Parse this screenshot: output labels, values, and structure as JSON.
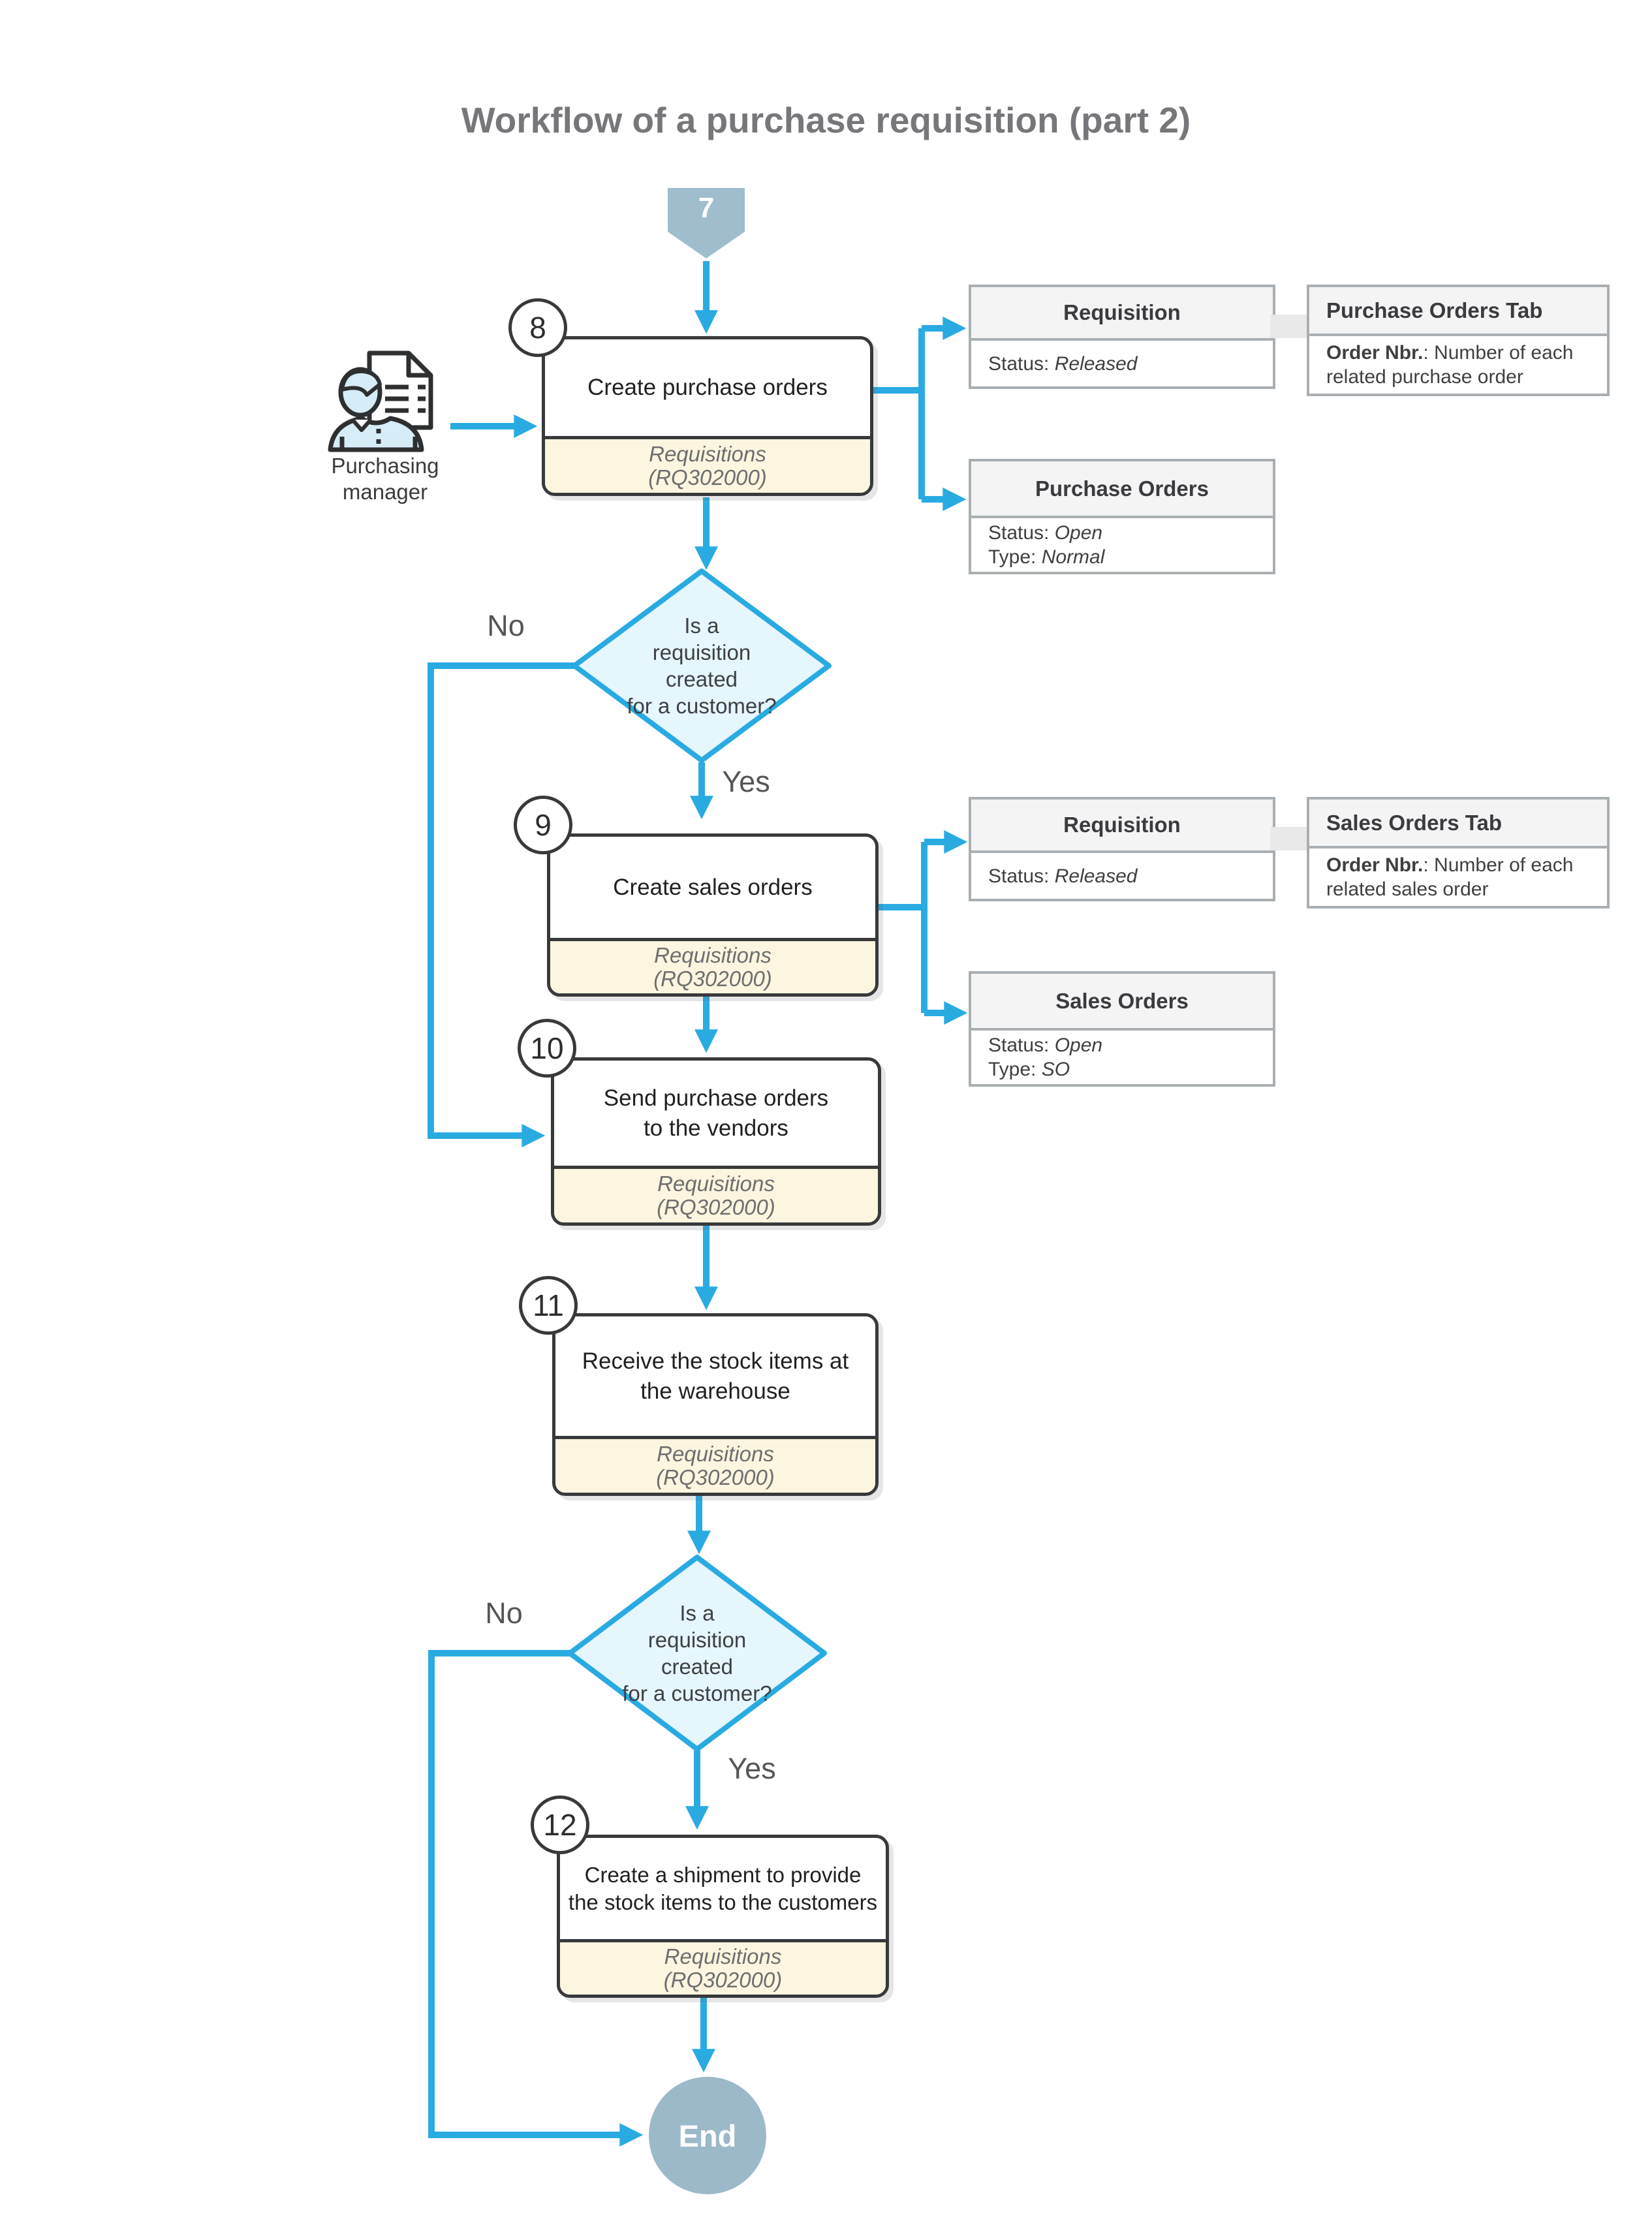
{
  "title": "Workflow of a purchase requisition (part 2)",
  "colors": {
    "arrow": "#29abe2",
    "diamond_fill": "#e5f6fd",
    "screen_footer_bg": "#fcf5df",
    "shape_border": "#38393b",
    "info_border": "#a9afb3",
    "info_header_bg": "#f4f4f5",
    "connector_gray": "#e9e9ea",
    "offpage_marker": "#9fbdcc",
    "end_node": "#9cb9c9",
    "title_text": "#76777a"
  },
  "start_connector": {
    "icon": "off-page-connector-icon",
    "label": "7"
  },
  "actor": {
    "icon": "purchasing-manager-icon",
    "label": "Purchasing\nmanager"
  },
  "steps": [
    {
      "number": "8",
      "label": "Create purchase orders",
      "screen": "Requisitions\n(RQ302000)"
    },
    {
      "number": "9",
      "label": "Create sales orders",
      "screen": "Requisitions\n(RQ302000)"
    },
    {
      "number": "10",
      "label": "Send purchase orders\nto the vendors",
      "screen": "Requisitions\n(RQ302000)"
    },
    {
      "number": "11",
      "label": "Receive the stock items at\nthe warehouse",
      "screen": "Requisitions\n(RQ302000)"
    },
    {
      "number": "12",
      "label": "Create a shipment to provide\nthe stock items to the customers",
      "screen": "Requisitions\n(RQ302000)"
    }
  ],
  "decisions": [
    {
      "question": "Is a\nrequisition\ncreated\nfor a customer?",
      "no_label": "No",
      "yes_label": "Yes"
    },
    {
      "question": "Is a\nrequisition\ncreated\nfor a customer?",
      "no_label": "No",
      "yes_label": "Yes"
    }
  ],
  "info_boxes": [
    {
      "title": "Requisition",
      "status_label": "Status: ",
      "status_value": "Released"
    },
    {
      "title": "Purchase Orders Tab",
      "field_bold": "Order Nbr.",
      "field_text": ": Number of each related purchase order"
    },
    {
      "title": "Purchase Orders",
      "status_label": "Status: ",
      "status_value": "Open",
      "type_label": "Type: ",
      "type_value": "Normal"
    },
    {
      "title": "Requisition",
      "status_label": "Status: ",
      "status_value": "Released"
    },
    {
      "title": "Sales Orders Tab",
      "field_bold": "Order Nbr.",
      "field_text": ": Number of each related sales order"
    },
    {
      "title": "Sales Orders",
      "status_label": "Status: ",
      "status_value": "Open",
      "type_label": "Type: ",
      "type_value": "SO"
    }
  ],
  "end_node": {
    "label": "End"
  }
}
